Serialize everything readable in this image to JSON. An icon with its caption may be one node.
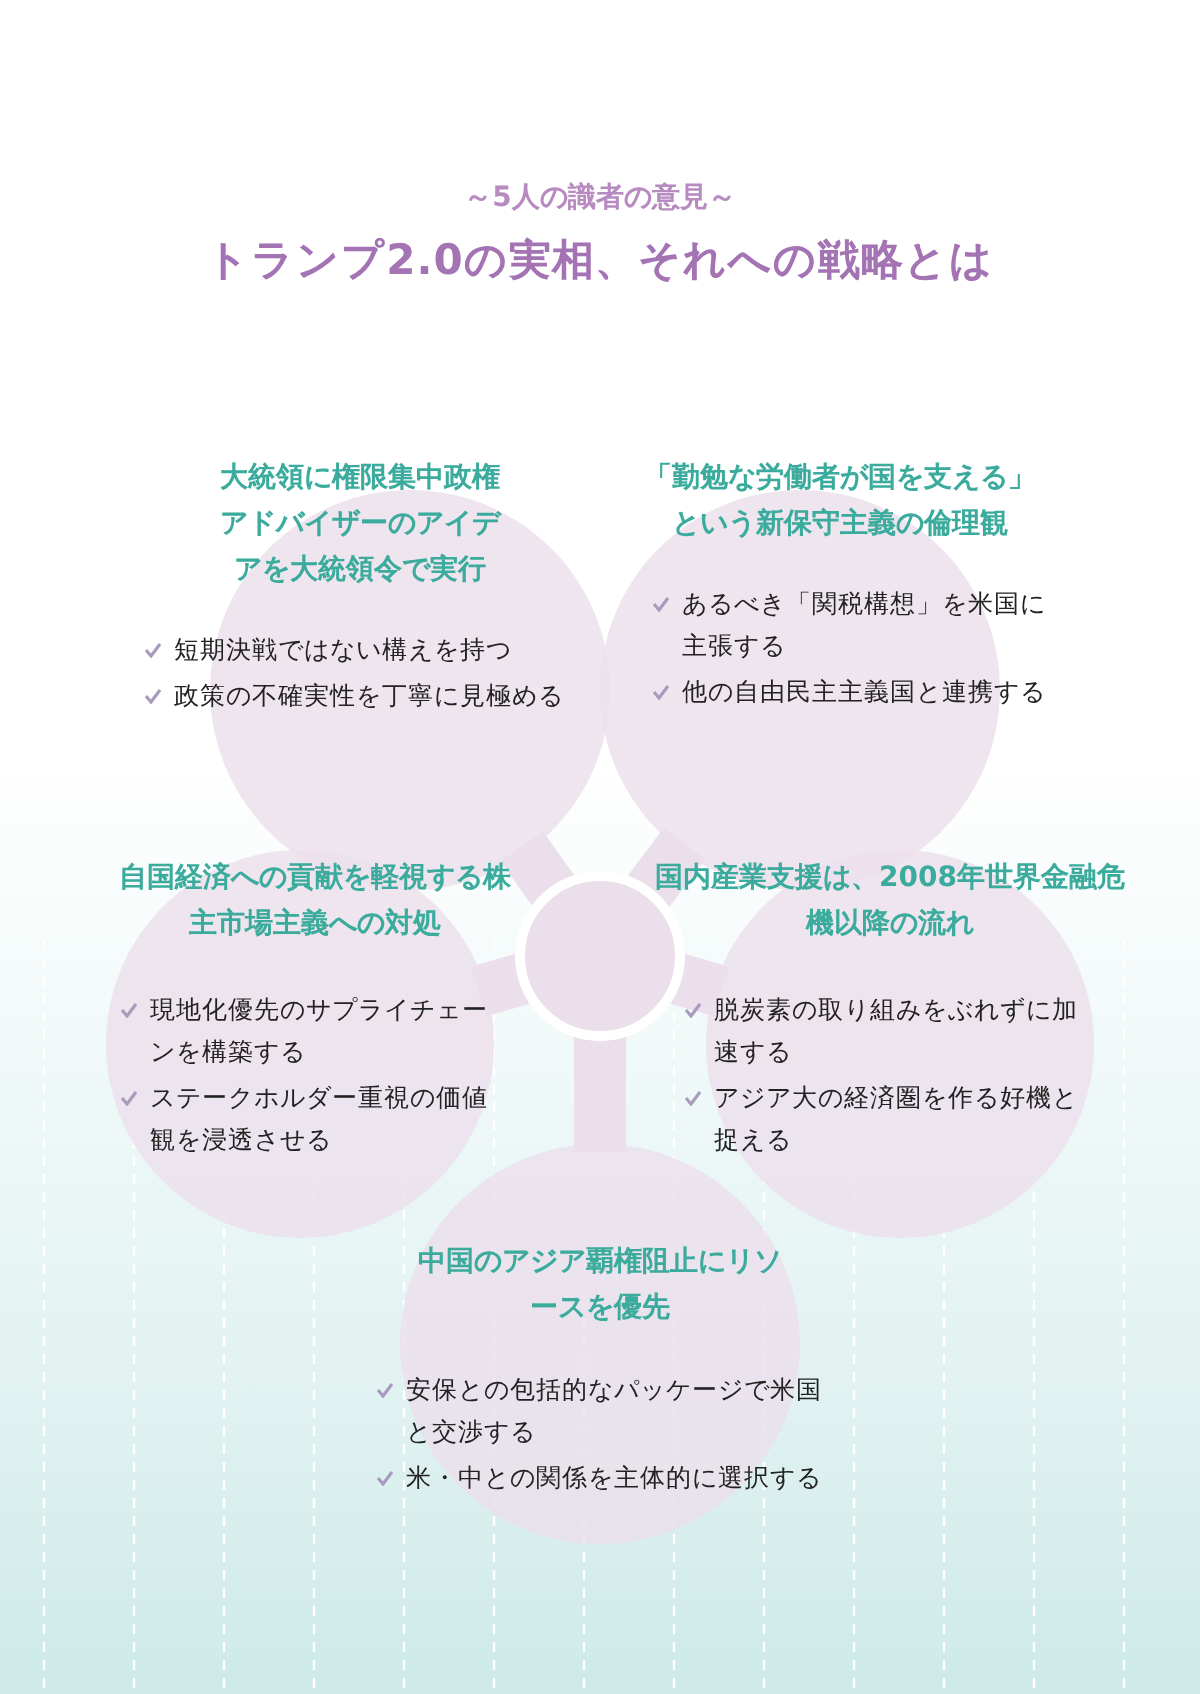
{
  "diagram": {
    "title": "トランプ2.0の実相、それへの戦略とは",
    "labels": [
      "～5人の識者の意見～"
    ],
    "nodes": [
      {
        "text": [
          "大統領に権限集中政権アドバイザーのアイデアを大統領令で実行",
          "短期決戦ではない構えを持つ",
          "政策の不確実性を丁寧に見極める"
        ]
      },
      {
        "text": [
          "「勤勉な労働者が国を支える」という新保守主義の倫理観",
          "あるべき「関税構想」を米国に主張する",
          "他の自由民主主義国と連携する"
        ]
      },
      {
        "text": [
          "自国経済への貢献を軽視する株主市場主義への対処",
          "現地化優先のサプライチェーンを構築する",
          "ステークホルダー重視の価値観を浸透させる"
        ]
      },
      {
        "text": [
          "国内産業支援は、2008年世界金融危機以降の流れ",
          "脱炭素の取り組みをぶれずに加速する",
          "アジア大の経済圏を作る好機と捉える"
        ]
      },
      {
        "text": [
          "中国のアジア覇権阻止にリソースを優先",
          "安保との包括的なパッケージで米国と交渉する",
          "米・中との関係を主体的に選択する"
        ]
      },
      {
        "text": [],
        "shape": "circle"
      }
    ],
    "edges": [
      {
        "from": 5,
        "to": 0,
        "arrow": "none"
      },
      {
        "from": 5,
        "to": 1,
        "arrow": "none"
      },
      {
        "from": 5,
        "to": 2,
        "arrow": "none"
      },
      {
        "from": 5,
        "to": 3,
        "arrow": "none"
      },
      {
        "from": 5,
        "to": 4,
        "arrow": "none"
      }
    ]
  }
}
